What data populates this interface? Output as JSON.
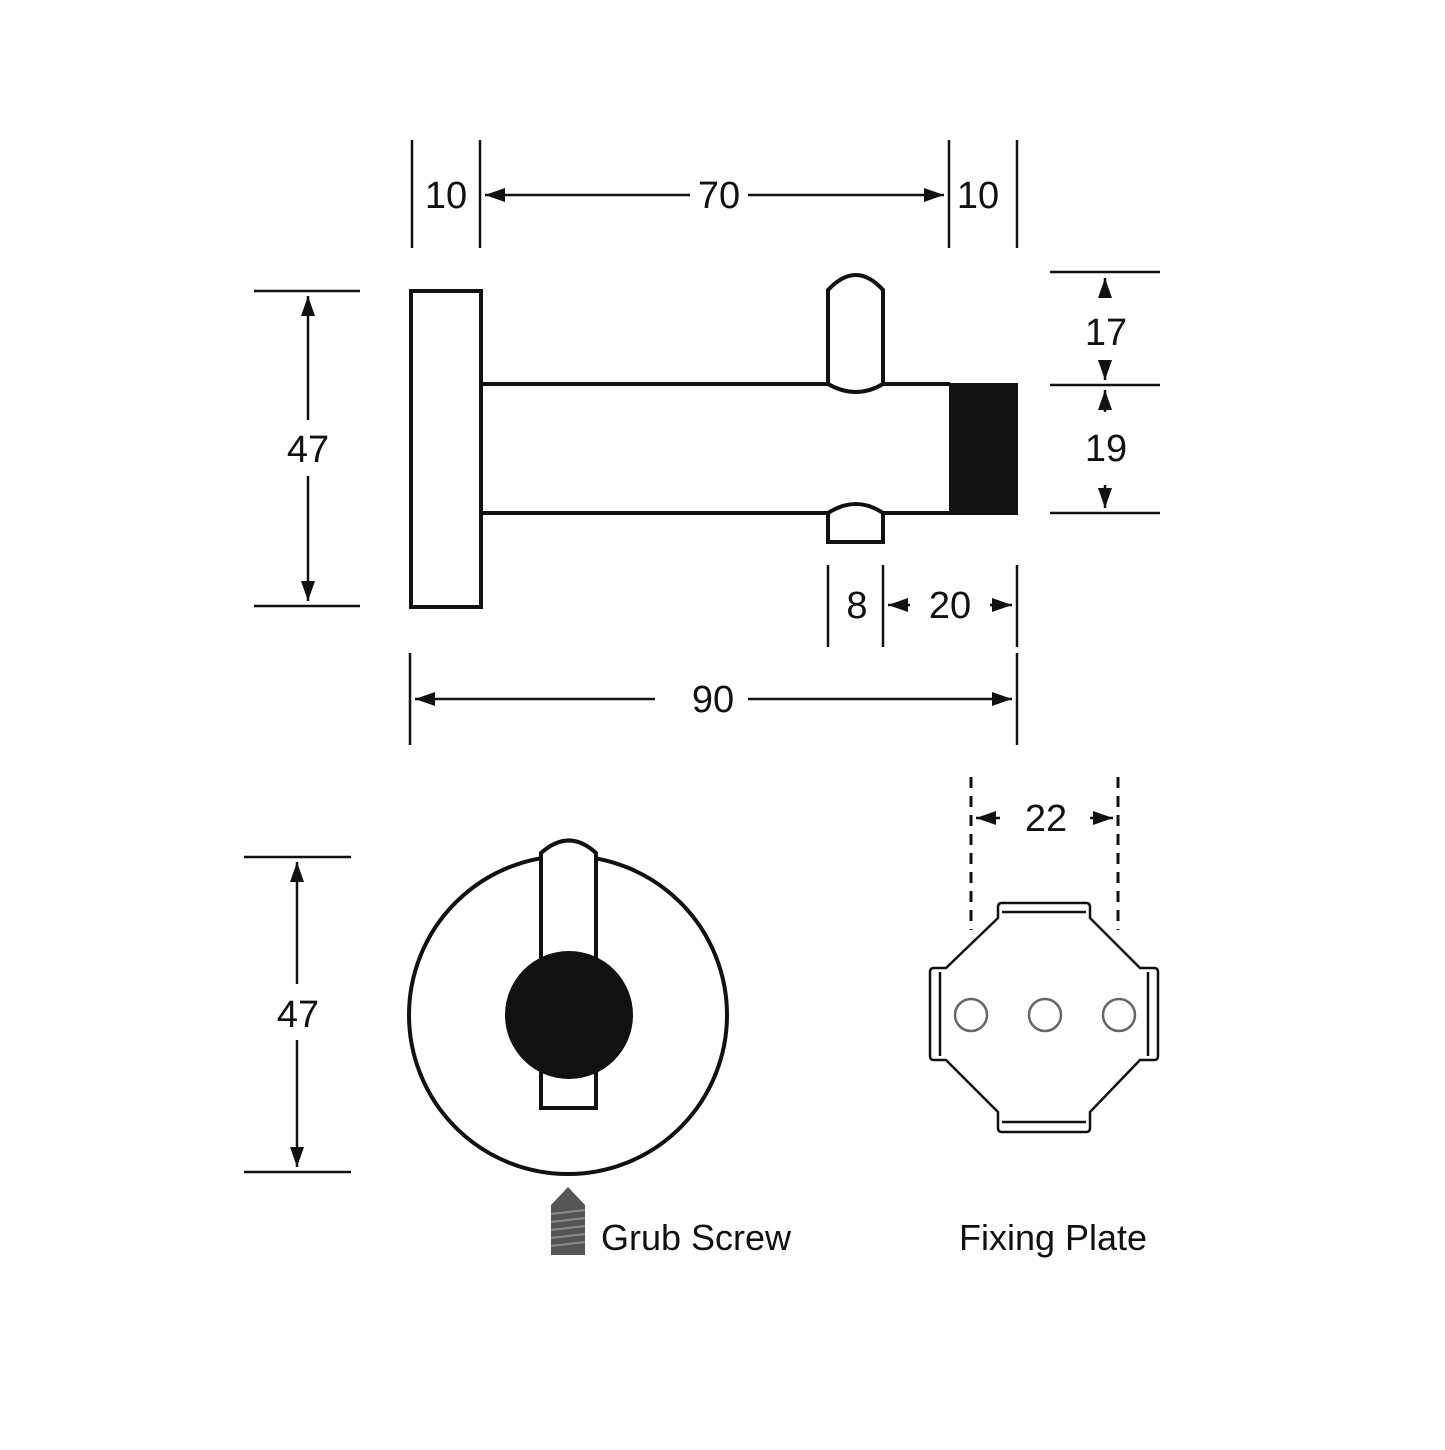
{
  "dimensions": {
    "side_top_left": "10",
    "side_top_middle": "70",
    "side_top_right": "10",
    "side_height": "47",
    "pin_top": "17",
    "pin_body": "19",
    "pin_width": "8",
    "pin_offset": "20",
    "overall_length": "90",
    "front_height": "47",
    "plate_width": "22"
  },
  "labels": {
    "grub_screw": "Grub Screw",
    "fixing_plate": "Fixing Plate"
  },
  "colors": {
    "line": "#111111",
    "fill": "#111111",
    "screw": "#555555",
    "background": "#ffffff"
  }
}
